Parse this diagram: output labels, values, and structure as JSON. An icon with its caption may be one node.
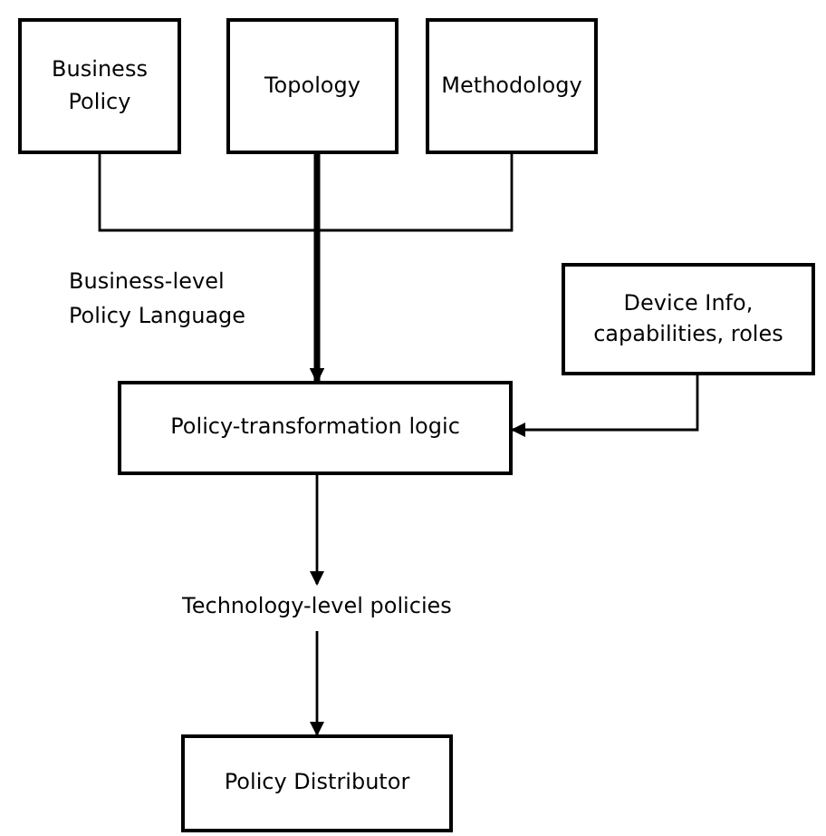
{
  "diagram": {
    "nodes": [
      {
        "text": [
          "Business Policy"
        ]
      },
      {
        "text": [
          "Topology"
        ]
      },
      {
        "text": [
          "Methodology"
        ]
      },
      {
        "text": [
          "Device Info, capabilities, roles"
        ]
      },
      {
        "text": [
          "Policy-transformation logic"
        ]
      },
      {
        "text": [
          "Policy Distributor"
        ]
      },
      {
        "text": [
          "Technology-level policies"
        ]
      }
    ],
    "edges": [
      {
        "from": 0,
        "to": 4,
        "arrow": "to"
      },
      {
        "from": 1,
        "to": 4,
        "arrow": "to",
        "style": "thick"
      },
      {
        "from": 2,
        "to": 4,
        "arrow": "to"
      },
      {
        "from": 3,
        "to": 4,
        "arrow": "to"
      },
      {
        "from": 4,
        "to": 6,
        "arrow": "to"
      },
      {
        "from": 6,
        "to": 5,
        "arrow": "to"
      }
    ],
    "labels": [
      "Business-level Policy Language"
    ]
  }
}
